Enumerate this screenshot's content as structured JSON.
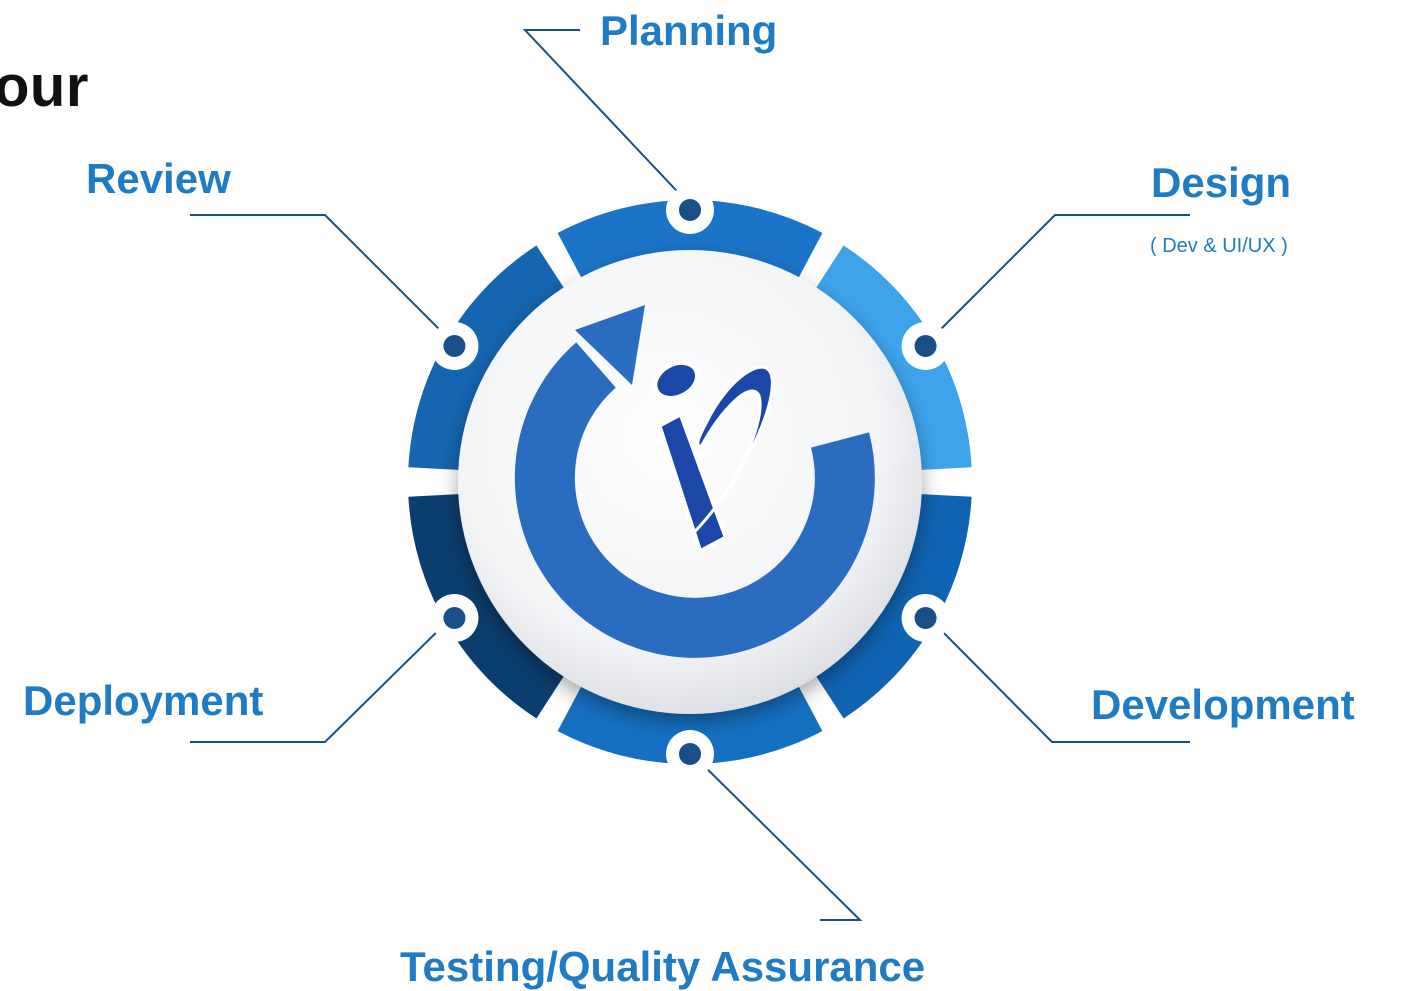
{
  "heading_fragment": "our",
  "steps": {
    "planning": {
      "label": "Planning"
    },
    "design": {
      "label": "Design",
      "sub": "( Dev & UI/UX )"
    },
    "development": {
      "label": "Development"
    },
    "testing": {
      "label": "Testing/Quality Assurance"
    },
    "deployment": {
      "label": "Deployment"
    },
    "review": {
      "label": "Review"
    }
  },
  "colors": {
    "label_blue": "#1f7bc4",
    "connector": "#1a4e86",
    "ring_segments": [
      "#1c74c8",
      "#3da4ec",
      "#0f63b3",
      "#1570c2",
      "#0a3e6e",
      "#1565b0"
    ],
    "center_arrow": "#2a6cc0",
    "logo_blue": "#1a47a8"
  },
  "icons": {
    "center_logo": "stylized-i-logo-icon",
    "center_arrow": "circular-arrow-icon"
  }
}
